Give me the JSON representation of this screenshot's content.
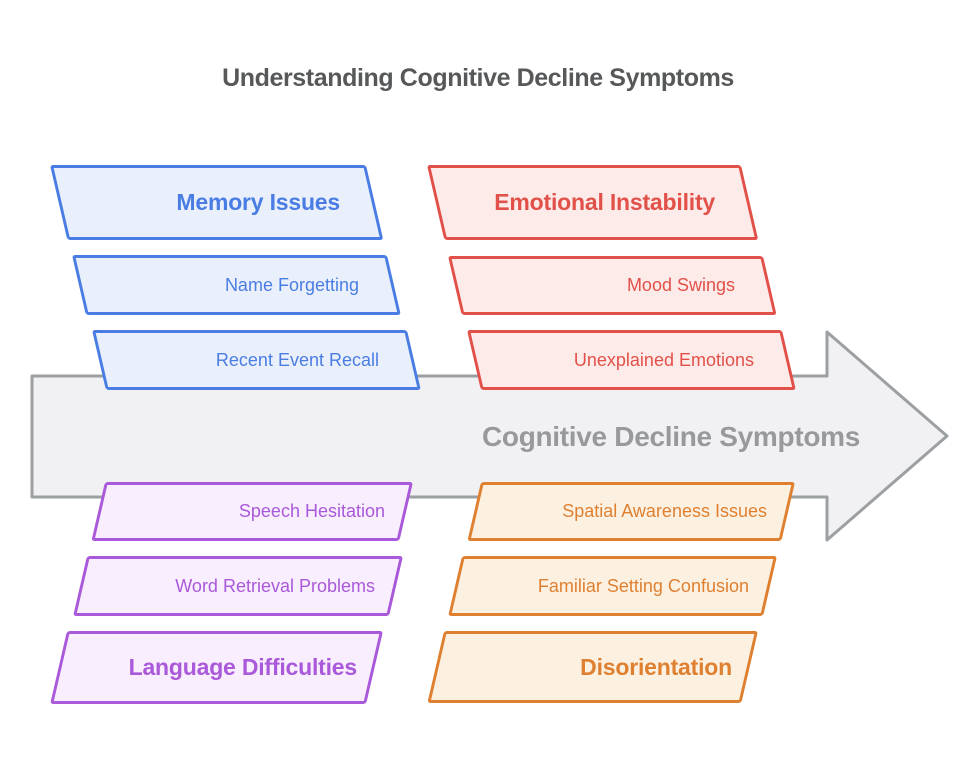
{
  "title": "Understanding Cognitive Decline Symptoms",
  "arrow": {
    "label": "Cognitive Decline Symptoms",
    "fill": "#f1f1f3",
    "stroke": "#9da0a2",
    "label_color": "#97999c"
  },
  "groups": [
    {
      "name": "memory-issues",
      "header": "Memory Issues",
      "items": [
        "Name Forgetting",
        "Recent Event Recall"
      ],
      "color": "#4a7de4",
      "fill": "#eaf0fb"
    },
    {
      "name": "emotional-instability",
      "header": "Emotional Instability",
      "items": [
        "Mood Swings",
        "Unexplained Emotions"
      ],
      "color": "#e25149",
      "fill": "#fcebe9"
    },
    {
      "name": "language-difficulties",
      "header": "Language Difficulties",
      "items": [
        "Speech Hesitation",
        "Word Retrieval Problems"
      ],
      "color": "#a959d9",
      "fill": "#f8eefd"
    },
    {
      "name": "disorientation",
      "header": "Disorientation",
      "items": [
        "Spatial Awareness Issues",
        "Familiar Setting Confusion"
      ],
      "color": "#df8031",
      "fill": "#fcf0e1"
    }
  ]
}
